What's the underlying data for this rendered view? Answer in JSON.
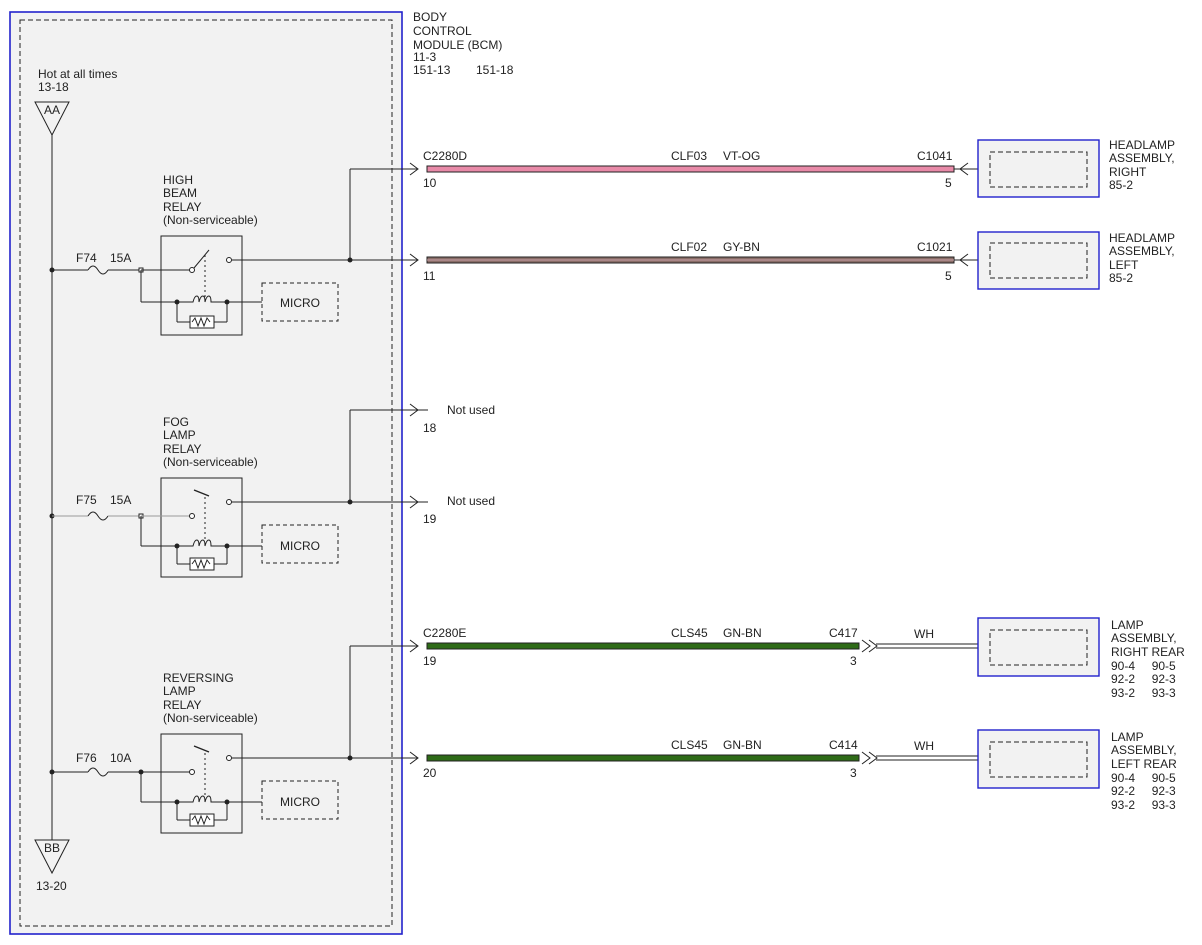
{
  "bcm": {
    "title_lines": [
      "BODY",
      "CONTROL",
      "MODULE (BCM)"
    ],
    "ref1": "11-3",
    "ref2": "151-13",
    "ref3": "151-18"
  },
  "power": {
    "label": "Hot at all times",
    "ref_top": "13-18",
    "connector_top": "AA",
    "connector_bottom": "BB",
    "ref_bottom": "13-20"
  },
  "relays": [
    {
      "title_lines": [
        "HIGH",
        "BEAM",
        "RELAY",
        "(Non-serviceable)"
      ],
      "fuse": "F74",
      "amps": "15A",
      "micro": "MICRO"
    },
    {
      "title_lines": [
        "FOG",
        "LAMP",
        "RELAY",
        "(Non-serviceable)"
      ],
      "fuse": "F75",
      "amps": "15A",
      "micro": "MICRO"
    },
    {
      "title_lines": [
        "REVERSING",
        "LAMP",
        "RELAY",
        "(Non-serviceable)"
      ],
      "fuse": "F76",
      "amps": "10A",
      "micro": "MICRO"
    }
  ],
  "circuits": [
    {
      "bcm_connector": "C2280D",
      "pin": "10",
      "circuit": "CLF03",
      "color": "VT-OG",
      "far_connector": "C1041",
      "far_pin": "5",
      "wire_color": "#e88aa8",
      "component_lines": [
        "HEADLAMP",
        "ASSEMBLY,",
        "RIGHT",
        "85-2"
      ]
    },
    {
      "bcm_connector": "",
      "pin": "11",
      "circuit": "CLF02",
      "color": "GY-BN",
      "far_connector": "C1021",
      "far_pin": "5",
      "wire_color": "#8a6e68",
      "component_lines": [
        "HEADLAMP",
        "ASSEMBLY,",
        "LEFT",
        "85-2"
      ]
    },
    {
      "bcm_connector": "C2280E",
      "pin": "19",
      "circuit": "CLS45",
      "color": "GN-BN",
      "far_connector": "C417",
      "far_pin": "3",
      "wire_color": "#2e6b17",
      "extension": "WH",
      "component_lines": [
        "LAMP",
        "ASSEMBLY,",
        "RIGHT REAR",
        "90-4     90-5",
        "92-2     92-3",
        "93-2     93-3"
      ]
    },
    {
      "bcm_connector": "",
      "pin": "20",
      "circuit": "CLS45",
      "color": "GN-BN",
      "far_connector": "C414",
      "far_pin": "3",
      "wire_color": "#2e6b17",
      "extension": "WH",
      "component_lines": [
        "LAMP",
        "ASSEMBLY,",
        "LEFT REAR",
        "90-4     90-5",
        "92-2     92-3",
        "93-2     93-3"
      ]
    }
  ],
  "unused": [
    {
      "pin": "18",
      "label": "Not used"
    },
    {
      "pin": "19",
      "label": "Not used"
    }
  ],
  "colors": {
    "module_border": "#2222cc",
    "module_fill": "#f2f2f2",
    "line": "#222222"
  }
}
